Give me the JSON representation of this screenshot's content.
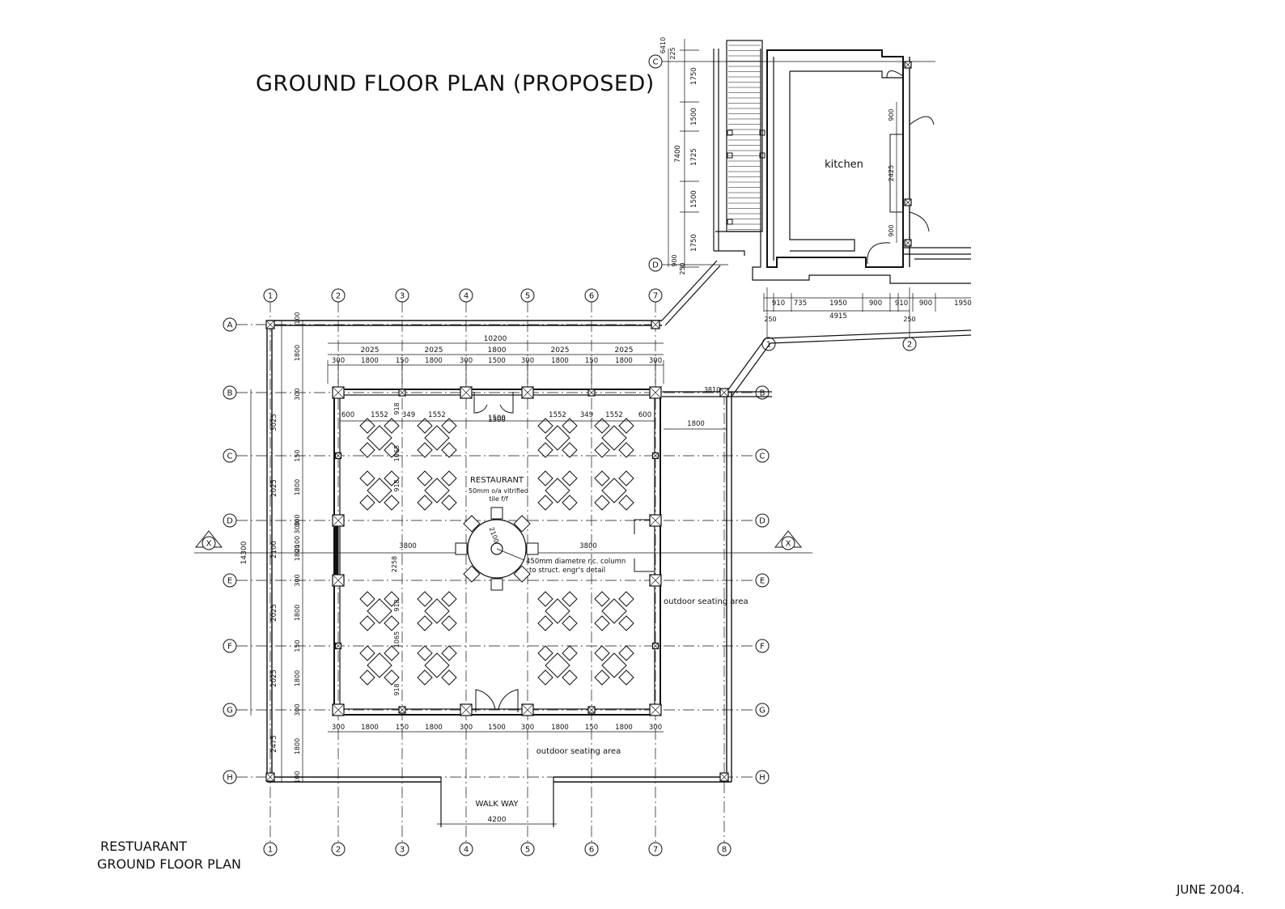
{
  "title": "GROUND FLOOR PLAN (PROPOSED)",
  "sheet_title": [
    "RESTUARANT",
    "GROUND FLOOR PLAN"
  ],
  "date": "JUNE 2004.",
  "grid": {
    "columns": [
      "1",
      "2",
      "3",
      "4",
      "5",
      "6",
      "7",
      "8"
    ],
    "rows": [
      "A",
      "B",
      "C",
      "D",
      "E",
      "F",
      "G",
      "H"
    ],
    "section_marker": "X",
    "kitchen_rows": [
      "C",
      "D"
    ],
    "kitchen_columns": [
      "1",
      "2"
    ]
  },
  "rooms": {
    "restaurant": [
      "RESTAURANT",
      "50mm o/a vitrified",
      "tile f/f"
    ],
    "kitchen": "kitchen",
    "outdoor_right": "outdoor seating area",
    "outdoor_bottom": "outdoor seating area",
    "walkway": "WALK WAY",
    "column_note": [
      "450mm diametre r.c. column",
      "to struct. engr's detail"
    ]
  },
  "dims": {
    "overall_width": "10200",
    "top_row1": [
      "2025",
      "2025",
      "1800",
      "2025",
      "2025"
    ],
    "top_row2": [
      "300",
      "1800",
      "150",
      "1800",
      "300",
      "1500",
      "300",
      "1800",
      "150",
      "1800",
      "300"
    ],
    "bottom_row": [
      "300",
      "1800",
      "150",
      "1800",
      "300",
      "1500",
      "300",
      "1800",
      "150",
      "1800",
      "300"
    ],
    "table_spacing": [
      "600",
      "1552",
      "349",
      "1552",
      "1500",
      "1552",
      "349",
      "1552",
      "600"
    ],
    "door_width": "1500",
    "right_outdoor": "1800",
    "right_outdoor2": "3810",
    "radius_a": "3800",
    "radius_b": "3800",
    "circle_label": "2100",
    "left_outer": [
      "3025",
      "2025",
      "2100",
      "2025",
      "2025",
      "2475"
    ],
    "left_total": "14300",
    "left_inner": [
      "100",
      "1800",
      "300",
      "150",
      "1800",
      "300",
      "300",
      "2100",
      "1800",
      "300",
      "1800",
      "150",
      "1800",
      "300",
      "1800",
      "100"
    ],
    "vertical_misc": [
      "2258",
      "918",
      "1065",
      "918"
    ],
    "walkway_width": "4200",
    "kitchen_bottom": [
      "910",
      "735",
      "1950",
      "900",
      "910",
      "900",
      "1950"
    ],
    "kitchen_total": "4915",
    "kitchen_small": [
      "250",
      "250"
    ],
    "kitchen_left": [
      "1750",
      "1500",
      "1725",
      "1500",
      "1750"
    ],
    "kitchen_left_total": "7400",
    "kitchen_top": [
      "6410",
      "225"
    ],
    "kitchen_door": [
      "900",
      "2425",
      "900"
    ],
    "kitchen_misc": [
      "900",
      "250"
    ]
  }
}
